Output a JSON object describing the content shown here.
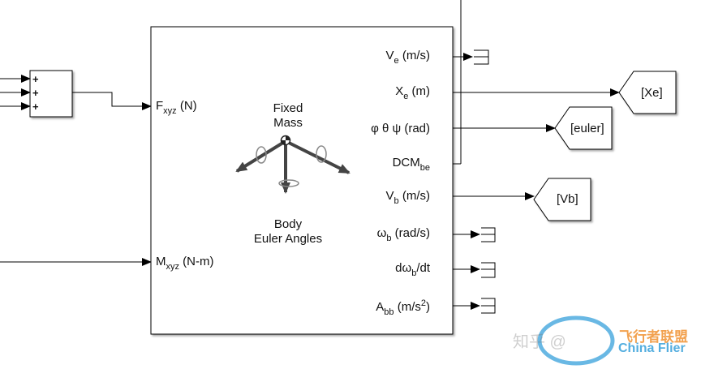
{
  "sum_block": {
    "signs": [
      "+",
      "+",
      "+"
    ]
  },
  "main_block": {
    "title_top": [
      "Fixed",
      "Mass"
    ],
    "title_bottom": [
      "Body",
      "Euler Angles"
    ],
    "inputs": [
      {
        "main": "F",
        "sub": "xyz",
        "tail": " (N)"
      },
      {
        "main": "M",
        "sub": "xyz",
        "tail": " (N-m)"
      }
    ],
    "outputs": [
      {
        "main": "V",
        "sub": "e",
        "tail": " (m/s)",
        "sup": ""
      },
      {
        "main": "X",
        "sub": "e",
        "tail": " (m)",
        "sup": ""
      },
      {
        "main": "φ θ ψ (rad)",
        "sub": "",
        "tail": "",
        "sup": ""
      },
      {
        "main": "DCM",
        "sub": "be",
        "tail": "",
        "sup": ""
      },
      {
        "main": "V",
        "sub": "b",
        "tail": " (m/s)",
        "sup": ""
      },
      {
        "main": "ω",
        "sub": "b",
        "tail": " (rad/s)",
        "sup": ""
      },
      {
        "main": "dω",
        "sub": "b",
        "tail": "/dt",
        "sup": ""
      },
      {
        "main": "A",
        "sub": "bb",
        "tail": " (m/s",
        "sup": "2",
        "close": ")"
      }
    ]
  },
  "goto_tags": {
    "xe": "[Xe]",
    "euler": "[euler]",
    "vb": "[Vb]"
  },
  "watermark": {
    "zhihu": "知乎 @",
    "brand_cn": "飞行者联盟",
    "brand_en": "China Flier"
  }
}
